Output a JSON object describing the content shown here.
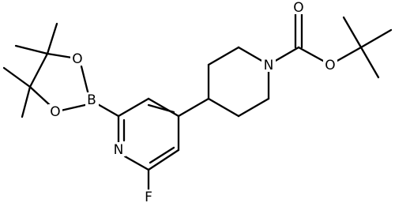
{
  "structure": {
    "atoms": {
      "o_carbonyl": "O",
      "o_ester": "O",
      "n_piperidine": "N",
      "n_pyridine": "N",
      "fluorine": "F",
      "boron": "B",
      "o_boronate_upper": "O",
      "o_boronate_lower": "O"
    }
  }
}
